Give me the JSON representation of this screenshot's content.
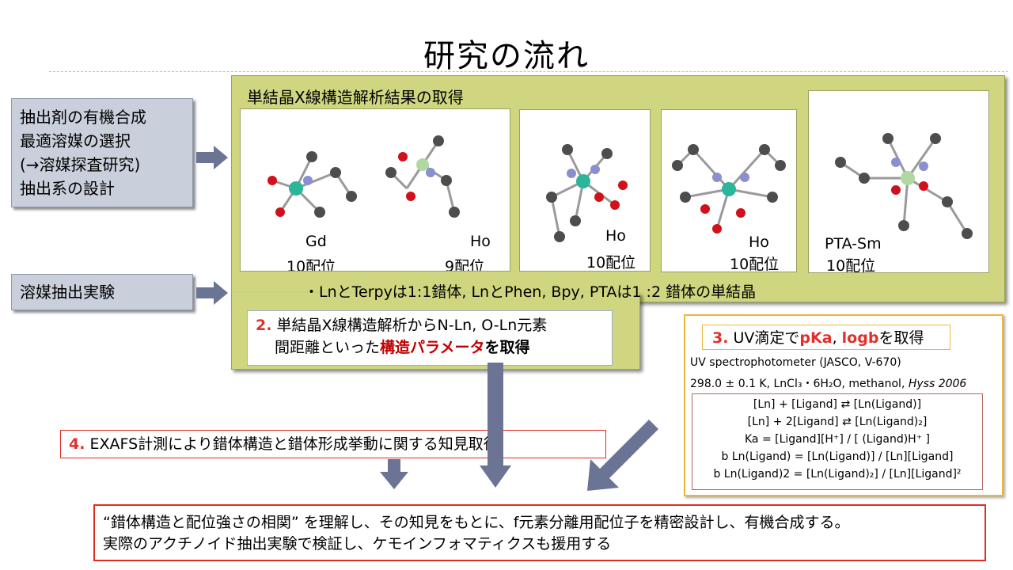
{
  "title": "研究の流れ",
  "left_boxes": {
    "synthesis_lines": [
      "抽出剤の有機合成",
      "最適溶媒の選択",
      "(→溶媒探査研究)",
      "抽出系の設計"
    ],
    "extraction": "溶媒抽出実験"
  },
  "crystal": {
    "heading": "単結晶X線構造解析結果の取得",
    "panels": [
      {
        "metal": "Gd",
        "coord": "10配位"
      },
      {
        "metal": "Ho",
        "coord": "9配位"
      },
      {
        "metal": "Ho",
        "coord": "10配位"
      },
      {
        "metal": "Ho",
        "coord": "10配位"
      },
      {
        "metal": "PTA-Sm",
        "coord": "10配位"
      }
    ],
    "note": "・LnとTerpyは1:1錯体, LnとPhen, Bpy, PTAは1 :2 錯体の単結晶"
  },
  "step2": {
    "num": "2.",
    "line1": "単結晶X線構造解析からN-Ln, O-Ln元素",
    "line2_pre": "間距離といった",
    "line2_red": "構造パラメータ",
    "line2_post": "を取得"
  },
  "step3": {
    "num": "3.",
    "pre": "UV滴定で",
    "red1": "pKa",
    "sep": ", ",
    "red2": "logb",
    "post": "を取得",
    "instrument": "UV spectrophotometer (JASCO, V-670)",
    "conditions": "298.0 ± 0.1 K, LnCl₃・6H₂O, methanol,",
    "cond_italic": "Hyss 2006",
    "equations": [
      "[Ln] + [Ligand] ⇄ [Ln(Ligand)]",
      "[Ln] + 2[Ligand] ⇄ [Ln(Ligand)₂]",
      "Ka = [Ligand][H⁺] / [ (Ligand)H⁺ ]",
      "b Ln(Ligand) = [Ln(Ligand)] / [Ln][Ligand]",
      "b Ln(Ligand)2 = [Ln(Ligand)₂] / [Ln][Ligand]²"
    ]
  },
  "step4": {
    "num": "4.",
    "text": "EXAFS計測により錯体構造と錯体形成挙動に関する知見取得"
  },
  "conclusion": {
    "line1": "“錯体構造と配位強さの相関” を理解し、その知見をもとに、f元素分離用配位子を精密設計し、有機合成する。",
    "line2": "実際のアクチノイド抽出実験で検証し、ケモインフォマティクスも援用する"
  },
  "colors": {
    "accent_red": "#c00000",
    "number_red": "#e0312b",
    "green_panel": "#cfd67f",
    "arrow": "#6b7495",
    "left_box": "#c9d0dc",
    "orange_border": "#f0b63b"
  }
}
